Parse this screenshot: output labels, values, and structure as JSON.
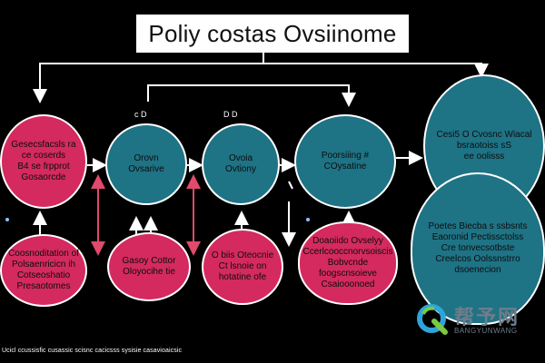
{
  "title": "Poliy costas Ovsiinome",
  "labels": {
    "top_small_1": "c  D",
    "top_small_2": "D  D"
  },
  "nodes": {
    "top_left": "Gesecsfacsls ra\nce coserds\nB4 se frpprot\nGosaorcde",
    "teal_1": "Orovn\nOvsarive",
    "teal_2": "Ovoia\nOvtiony",
    "teal_3": "Poorsiiing #\nCOysatine",
    "big_teal_upper": "Cesi5 O Cvosnc Wiacal\nbsraotoiss sS\nee  oolisss",
    "big_teal_lower": "Poetes Biecba s  ssbsnts\nEaoronid Pectissctolss\nCre tonvecsotbste\nCreelcos Oolssnstrro\ndsoenecion",
    "bottom_left": "Coosnoditation of\nPolsaenricicn ih\nCotseoshatio\nPresaotomes",
    "bottom_2": "Gasoy Cottor\nOloyocihe tie",
    "bottom_3": "O biis Oteocnie\nCt lsnoie on\nhotatine ofe",
    "bottom_4": "Doaoiido Ovselyy\nCcerlcooccnorvsoiscis\nBobvcnde foogscnsoieve\nCsaiooonoed"
  },
  "footer": "Ucicl ccussisfic cusassic scisnc cacicsss sysisie casavioaicsic",
  "watermark": {
    "main": "帮予网",
    "sub": "BANGYUNWANG"
  },
  "colors": {
    "pink": "#d42a5f",
    "teal": "#1e7385",
    "arrow": "#ffffff",
    "accent_arrow": "#e04a6c"
  }
}
